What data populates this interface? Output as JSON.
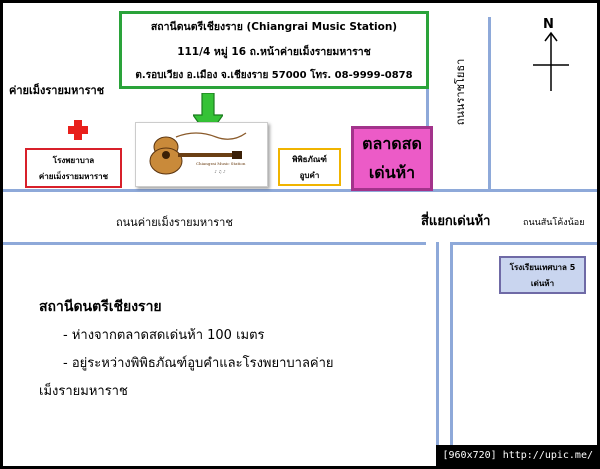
{
  "header": {
    "name": "สถานีดนตรีเชียงราย (Chiangrai Music Station)",
    "address1": "111/4 หมู่ 16 ถ.หน้าค่ายเม็งรายมหาราช",
    "address2": "ต.รอบเวียง อ.เมือง จ.เชียงราย 57000  โทร. 08-9999-0878"
  },
  "labels": {
    "camp": "ค่ายเม็งรายมหาราช",
    "north": "N",
    "road_right_vertical": "ถนนราชโยธา",
    "road_main": "ถนนค่ายเม็งรายมหาราช",
    "intersection": "สี่แยกเด่นห้า",
    "road_far_right": "ถนนสันโค้งน้อย"
  },
  "hospital": {
    "line1": "โรงพยาบาล",
    "line2": "ค่ายเม็งรายมหาราช"
  },
  "museum": {
    "line1": "พิพิธภัณฑ์",
    "line2": "อูบคำ"
  },
  "market": {
    "line1": "ตลาดสด",
    "line2": "เด่นห้า"
  },
  "school": {
    "line1": "โรงเรียนเทศบาล 5",
    "line2": "เด่นห้า"
  },
  "shop_logo": {
    "name": "Chiangrai Music Station"
  },
  "info": {
    "title": "สถานีดนตรีเชียงราย",
    "bullet1": "- ห่างจากตลาดสดเด่นห้า 100 เมตร",
    "bullet2": "- อยู่ระหว่างพิพิธภัณฑ์อูบคำและโรงพยาบาลค่าย",
    "bullet2_cont": "เม็งรายมหาราช"
  },
  "watermark": "[960x720] http://upic.me/",
  "colors": {
    "road": "#8ea9d9",
    "header_border": "#2aa33a",
    "hospital_border": "#d8202a",
    "museum_border": "#f0b400",
    "market_fill": "#ec5bc7",
    "market_border": "#a3338b",
    "school_fill": "#c9d5ef",
    "school_border": "#6f6aa6",
    "arrow": "#35c236",
    "cross": "#e8201c"
  }
}
